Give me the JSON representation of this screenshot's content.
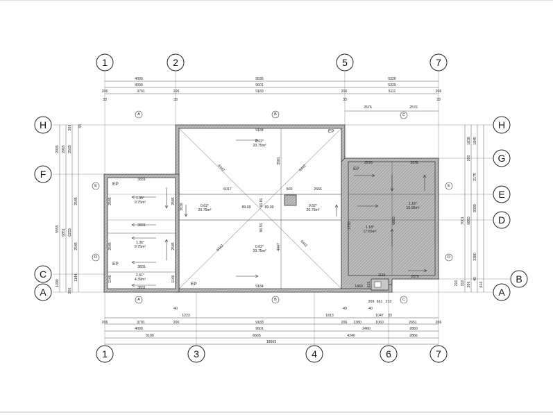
{
  "axes_top": [
    "1",
    "2",
    "5",
    "7"
  ],
  "axes_bottom": [
    "1",
    "3",
    "4",
    "6",
    "7"
  ],
  "axes_left": [
    "H",
    "F",
    "C",
    "A"
  ],
  "axes_right": [
    "H",
    "G",
    "E",
    "D",
    "B",
    "A"
  ],
  "dims_top": {
    "row1": [
      "4000",
      "9535",
      "5320"
    ],
    "row2": [
      "4000",
      "9601",
      "5320"
    ],
    "row3": [
      "206",
      "3791",
      "206",
      "9183",
      "206",
      "5111",
      "206"
    ],
    "small": [
      "33",
      "33",
      "33",
      "33"
    ],
    "right_block": [
      "2576",
      "2576"
    ]
  },
  "dims_bottom": {
    "row0": [
      "40",
      "1223",
      "1813",
      "40",
      "1047",
      "33"
    ],
    "row1": [
      "206",
      "3791",
      "206",
      "9183",
      "206",
      "1380",
      "1060",
      "2651",
      "206"
    ],
    "row2": [
      "4000",
      "9601",
      "2460",
      "2860"
    ],
    "row3": [
      "5190",
      "6665",
      "4240",
      "2866"
    ],
    "total": [
      "18665"
    ],
    "small": [
      "209",
      "661",
      "210",
      "40"
    ]
  },
  "dims_left": [
    "2905",
    "2965",
    "2505",
    "6851",
    "6233",
    "5555",
    "2545",
    "2545",
    "1000",
    "1144",
    "206",
    "206",
    "33"
  ],
  "dims_right": [
    "1838",
    "1845",
    "2175",
    "6883",
    "7001",
    "9390",
    "3380",
    "610",
    "200",
    "206",
    "40",
    "310",
    "210"
  ],
  "rooms": [
    {
      "slope": "0.62°",
      "area": "20.75m²"
    },
    {
      "slope": "0.62°",
      "area": "20.75m²"
    },
    {
      "slope": "0.62°",
      "area": "20.75m²"
    },
    {
      "slope": "0.62°",
      "area": "20.75m²"
    },
    {
      "slope": "1.35°",
      "area": "9.75m²"
    },
    {
      "slope": "1.36°",
      "area": "9.75m²"
    },
    {
      "slope": "2.61°",
      "area": "4.39m²"
    },
    {
      "slope": "1.16°",
      "area": "15.95m²"
    },
    {
      "slope": "1.18°",
      "area": "17.65m²"
    }
  ],
  "ep_label": "EP",
  "section_marks": [
    "A",
    "B",
    "C",
    "D",
    "E"
  ],
  "inner_dims": {
    "top_main": "9184",
    "bottom_main": "9184",
    "mid_span": "6017",
    "mid_500": "500",
    "mid_2666": "2666",
    "diag": "6442",
    "left_w": "3831",
    "vertical_3581": "3581",
    "vertical_4447": "4447",
    "vertical_3036": "3036",
    "vertical_2545": "2545",
    "vertical_1146": "1146",
    "c1": "60.81",
    "c2": "89.09",
    "c3": "90.91",
    "c4": "89.09",
    "right_2576_top": "2576",
    "right_2576_bot": "2576",
    "right_1116": "1116",
    "right_1460": "1460",
    "right_610": "610",
    "right_6883": "6883",
    "right_1730": "1730",
    "right_2576_a": "2576"
  }
}
